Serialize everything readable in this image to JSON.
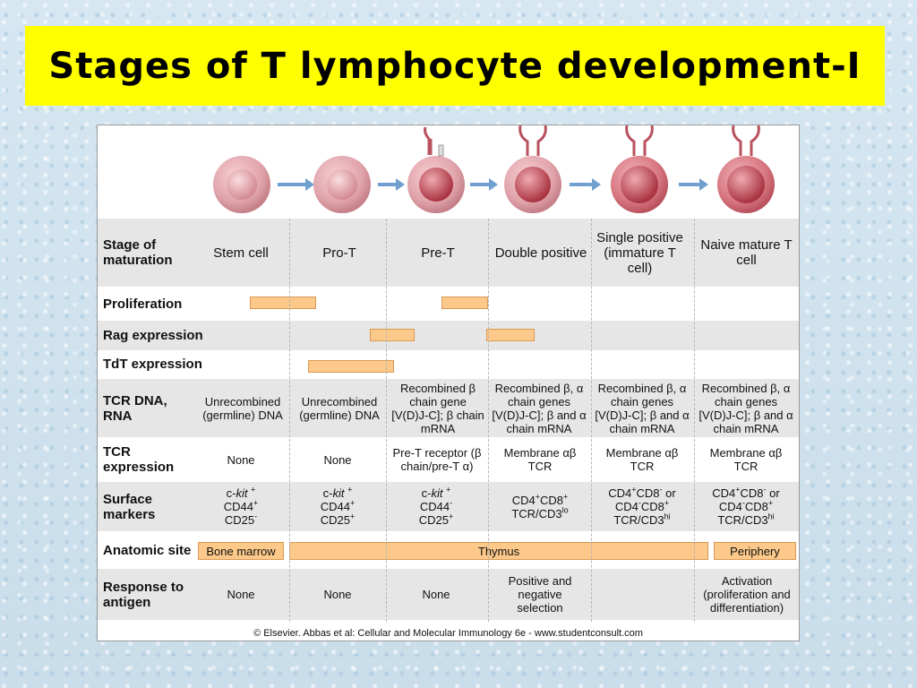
{
  "title": "Stages of T lymphocyte development-I",
  "icons": [
    "cell-icon",
    "arrow-right-icon",
    "receptor-icon"
  ],
  "colors": {
    "title_bg": "#ffff00",
    "bar_fill": "#fcc98a",
    "row_shade": "#e6e6e6"
  },
  "rows": {
    "stage": {
      "label": "Stage of maturation",
      "cells": [
        "Stem cell",
        "Pro-T",
        "Pre-T",
        "Double positive",
        "Single positive (immature T cell)",
        "Naive mature T cell"
      ]
    },
    "proliferation": {
      "label": "Proliferation"
    },
    "rag": {
      "label": "Rag expression"
    },
    "tdt": {
      "label": "TdT expression"
    },
    "tcr_dna": {
      "label": "TCR DNA, RNA",
      "cells": [
        "Unrecombined (germline) DNA",
        "Unrecombined (germline) DNA",
        "Recombined β chain gene [V(D)J-C]; β chain mRNA",
        "Recombined β, α chain genes [V(D)J-C]; β and α chain mRNA",
        "Recombined β, α chain genes [V(D)J-C]; β and α chain mRNA",
        "Recombined β, α chain genes [V(D)J-C]; β and α chain mRNA"
      ]
    },
    "tcr_expr": {
      "label": "TCR expression",
      "cells": [
        "None",
        "None",
        "Pre-T receptor (β chain/pre-T α)",
        "Membrane αβ TCR",
        "Membrane αβ TCR",
        "Membrane αβ TCR"
      ]
    },
    "surface": {
      "label": "Surface markers",
      "c_kit": "c-",
      "kit": "kit",
      "plus": "+",
      "minus": "-",
      "cd44": "CD44",
      "cd25": "CD25",
      "cd4": "CD4",
      "cd8": "CD8",
      "or": "or",
      "tcr_cd3": "TCR/CD3",
      "lo": "lo",
      "hi": "hi"
    },
    "site": {
      "label": "Anatomic site",
      "bars": [
        "Bone marrow",
        "Thymus",
        "Periphery"
      ]
    },
    "response": {
      "label": "Response to antigen",
      "cells": [
        "None",
        "None",
        "None",
        "Positive and negative selection",
        "",
        "Activation (proliferation and differentiation)"
      ]
    }
  },
  "copyright": "© Elsevier. Abbas et al: Cellular and Molecular Immunology 6e - www.studentconsult.com"
}
